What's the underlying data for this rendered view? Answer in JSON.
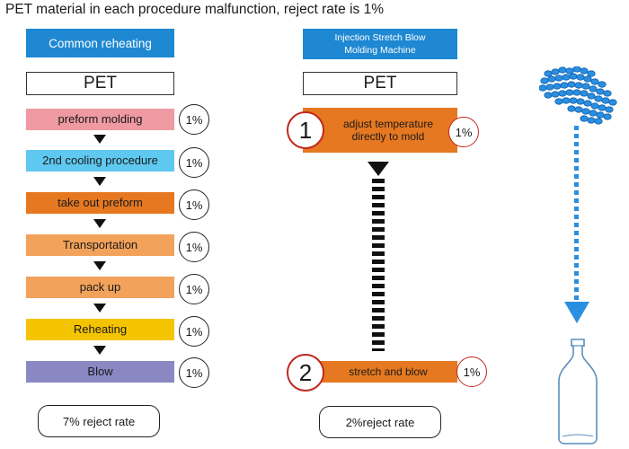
{
  "title": "PET material in each procedure malfunction, reject rate is 1%",
  "left": {
    "header": "Common reheating",
    "material": "PET",
    "steps": [
      {
        "label": "preform molding",
        "rate": "1%",
        "color": "#ef9aa2"
      },
      {
        "label": "2nd cooling procedure",
        "rate": "1%",
        "color": "#5ec8f0"
      },
      {
        "label": "take out preform",
        "rate": "1%",
        "color": "#e57820"
      },
      {
        "label": "Transportation",
        "rate": "1%",
        "color": "#f2a25a"
      },
      {
        "label": "pack up",
        "rate": "1%",
        "color": "#f2a25a"
      },
      {
        "label": "Reheating",
        "rate": "1%",
        "color": "#f5c400"
      },
      {
        "label": "Blow",
        "rate": "1%",
        "color": "#8a88c2"
      }
    ],
    "summary": "7% reject rate"
  },
  "right": {
    "header_line1": "Injection Stretch Blow",
    "header_line2": "Molding Machine",
    "material": "PET",
    "steps": [
      {
        "number": "1",
        "label_line1": "adjust temperature",
        "label_line2": "directly to mold",
        "rate": "1%",
        "color": "#e57820"
      },
      {
        "number": "2",
        "label": "stretch and blow",
        "rate": "1%",
        "color": "#e57820"
      }
    ],
    "summary": "2%reject rate"
  },
  "colors": {
    "header_blue": "#1e88d2",
    "pellet_blue": "#2a8fe0",
    "number_circle_red": "#c0281e"
  }
}
